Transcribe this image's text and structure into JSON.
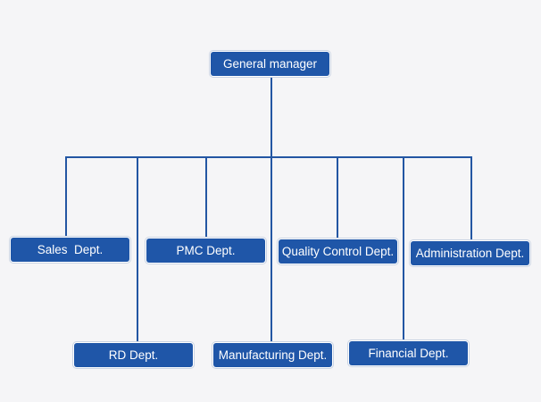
{
  "colors": {
    "background": "#f5f5f7",
    "node_fill": "#1f56a8",
    "node_text": "#ffffff",
    "connector": "#2356a3"
  },
  "org": {
    "root": "General manager",
    "departments": {
      "sales": "Sales  Dept.",
      "rd": "RD Dept.",
      "pmc": "PMC Dept.",
      "manufacturing": "Manufacturing Dept.",
      "quality_control": "Quality Control Dept.",
      "financial": "Financial Dept.",
      "administration": "Administration Dept."
    }
  }
}
